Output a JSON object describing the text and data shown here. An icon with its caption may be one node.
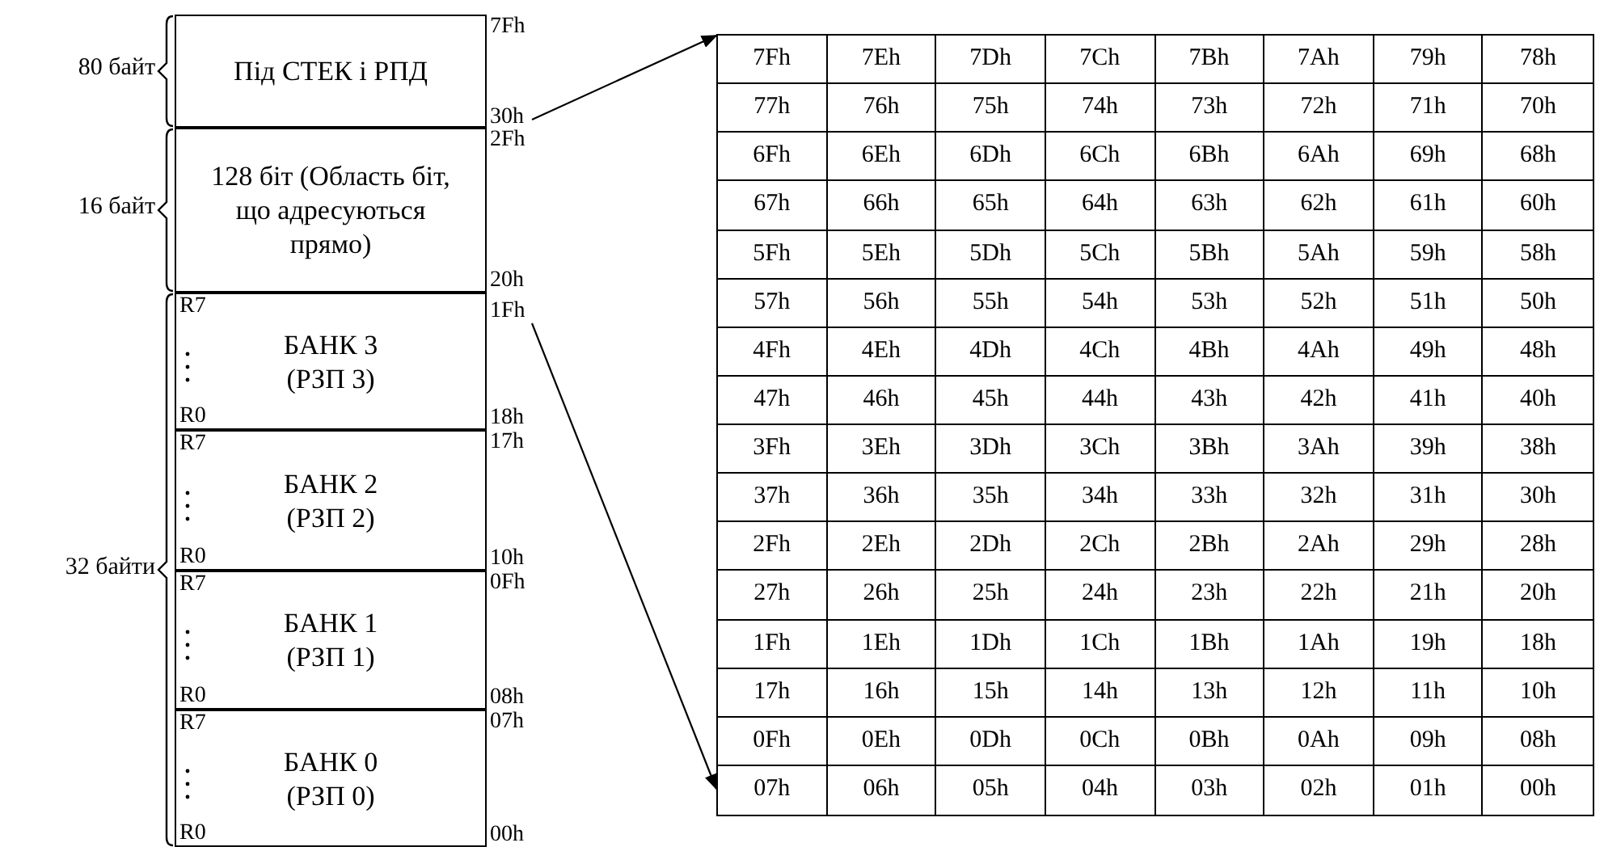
{
  "diagram": {
    "nodes": [
      {
        "text": [
          "Під СТЕК  і РПД"
        ],
        "beside": [
          "7Fh"
        ]
      },
      {
        "text": [
          "30h"
        ]
      },
      {
        "text": [
          "128 біт (Область біт, що адресуються прямо)"
        ],
        "beside": [
          "2Fh",
          "20h"
        ]
      },
      {
        "text": [
          "1Fh"
        ]
      },
      {
        "text": [
          "R7",
          "БАНК 3 (РЗП 3)",
          "R0"
        ],
        "beside": [
          "18h"
        ]
      },
      {
        "text": [
          "R7",
          "БАНК 2 (РЗП 2)",
          "R0"
        ],
        "beside": [
          "17h",
          "10h"
        ]
      },
      {
        "text": [
          "R7",
          "БАНК 1 (РЗП 1)",
          "R0"
        ],
        "beside": [
          "0Fh",
          "08h"
        ]
      },
      {
        "text": [
          "R7",
          "БАНК 0 (РЗП 0)",
          "R0"
        ],
        "beside": [
          "07h",
          "00h"
        ]
      },
      {
        "text": [],
        "shape": "box"
      }
    ],
    "edges": [
      {
        "from": 1,
        "to": 8,
        "arrow": "to"
      },
      {
        "from": 3,
        "to": 8,
        "arrow": "to"
      }
    ],
    "labels": [
      "80 байт",
      "16 байт",
      "32 байти",
      "7Fh",
      "7Eh",
      "7Dh",
      "7Ch",
      "7Bh",
      "7Ah",
      "79h",
      "78h",
      "77h",
      "76h",
      "75h",
      "74h",
      "73h",
      "72h",
      "71h",
      "70h",
      "6Fh",
      "6Eh",
      "6Dh",
      "6Ch",
      "6Bh",
      "6Ah",
      "69h",
      "68h",
      "67h",
      "66h",
      "65h",
      "64h",
      "63h",
      "62h",
      "61h",
      "60h",
      "5Fh",
      "5Eh",
      "5Dh",
      "5Ch",
      "5Bh",
      "5Ah",
      "59h",
      "58h",
      "57h",
      "56h",
      "55h",
      "54h",
      "53h",
      "52h",
      "51h",
      "50h",
      "4Fh",
      "4Eh",
      "4Dh",
      "4Ch",
      "4Bh",
      "4Ah",
      "49h",
      "48h",
      "47h",
      "46h",
      "45h",
      "44h",
      "43h",
      "42h",
      "41h",
      "40h",
      "3Fh",
      "3Eh",
      "3Dh",
      "3Ch",
      "3Bh",
      "3Ah",
      "39h",
      "38h",
      "37h",
      "36h",
      "35h",
      "34h",
      "33h",
      "32h",
      "31h",
      "30h",
      "2Fh",
      "2Eh",
      "2Dh",
      "2Ch",
      "2Bh",
      "2Ah",
      "29h",
      "28h",
      "27h",
      "26h",
      "25h",
      "24h",
      "23h",
      "22h",
      "21h",
      "20h",
      "1Fh",
      "1Eh",
      "1Dh",
      "1Ch",
      "1Bh",
      "1Ah",
      "19h",
      "18h",
      "17h",
      "16h",
      "15h",
      "14h",
      "13h",
      "12h",
      "11h",
      "10h",
      "0Fh",
      "0Eh",
      "0Dh",
      "0Ch",
      "0Bh",
      "0Ah",
      "09h",
      "08h",
      "07h",
      "06h",
      "05h",
      "04h",
      "03h",
      "02h",
      "01h",
      "00h"
    ]
  }
}
